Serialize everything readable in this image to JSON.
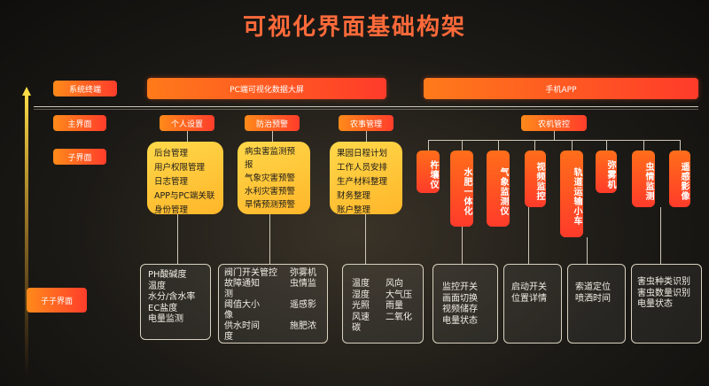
{
  "title": "可视化界面基础构架",
  "rows": {
    "terminal": "系统终端",
    "main": "主界面",
    "sub": "子界面",
    "subsub": "子子界面"
  },
  "terminals": {
    "pc": "PC端可视化数据大屏",
    "app": "手机APP"
  },
  "main_tabs": [
    "个人设置",
    "防治预警",
    "农事管理",
    "农机管控"
  ],
  "cards": {
    "personal": [
      "后台管理",
      "用户权限管理",
      "日志管理",
      "APP与PC端关联",
      "身份管理"
    ],
    "warning": [
      "病虫害监测预",
      "报",
      "气象灾害预警",
      "水利灾害预警",
      "旱情预测预警"
    ],
    "farm": [
      "果园日程计划",
      "工作人员安排",
      "生产材料整理",
      "财务整理",
      "账户整理"
    ]
  },
  "machines": [
    "杵壤仪",
    "水肥一体化",
    "气象监测仪",
    "视频监控",
    "轨道运输小车",
    "弥雾机",
    "虫情监测",
    "遥感影像"
  ],
  "details": {
    "soil": [
      "PH酸碱度",
      "温度",
      "水分/含水率",
      "EC盐度",
      "电量监测"
    ],
    "control": [
      "阀门开关管控",
      "故障通知",
      "阈值大小",
      "供水时间"
    ],
    "control_tail": [
      "测",
      "像",
      "度"
    ],
    "control_right": [
      "弥雾机",
      "虫情监",
      "遥感影",
      "施肥浓"
    ],
    "weather_left": [
      "温度",
      "湿度",
      "光照",
      "风速",
      "碳"
    ],
    "weather_right": [
      "风向",
      "大气压",
      "雨量",
      "二氧化"
    ],
    "video": [
      "监控开关",
      "画面切换",
      "视频储存",
      "电量状态"
    ],
    "start": [
      "启动开关",
      "位置详情"
    ],
    "track": [
      "索道定位",
      "喷洒时间"
    ],
    "pest": [
      "害虫种类识别",
      "害虫数量识别",
      "电量状态"
    ]
  }
}
